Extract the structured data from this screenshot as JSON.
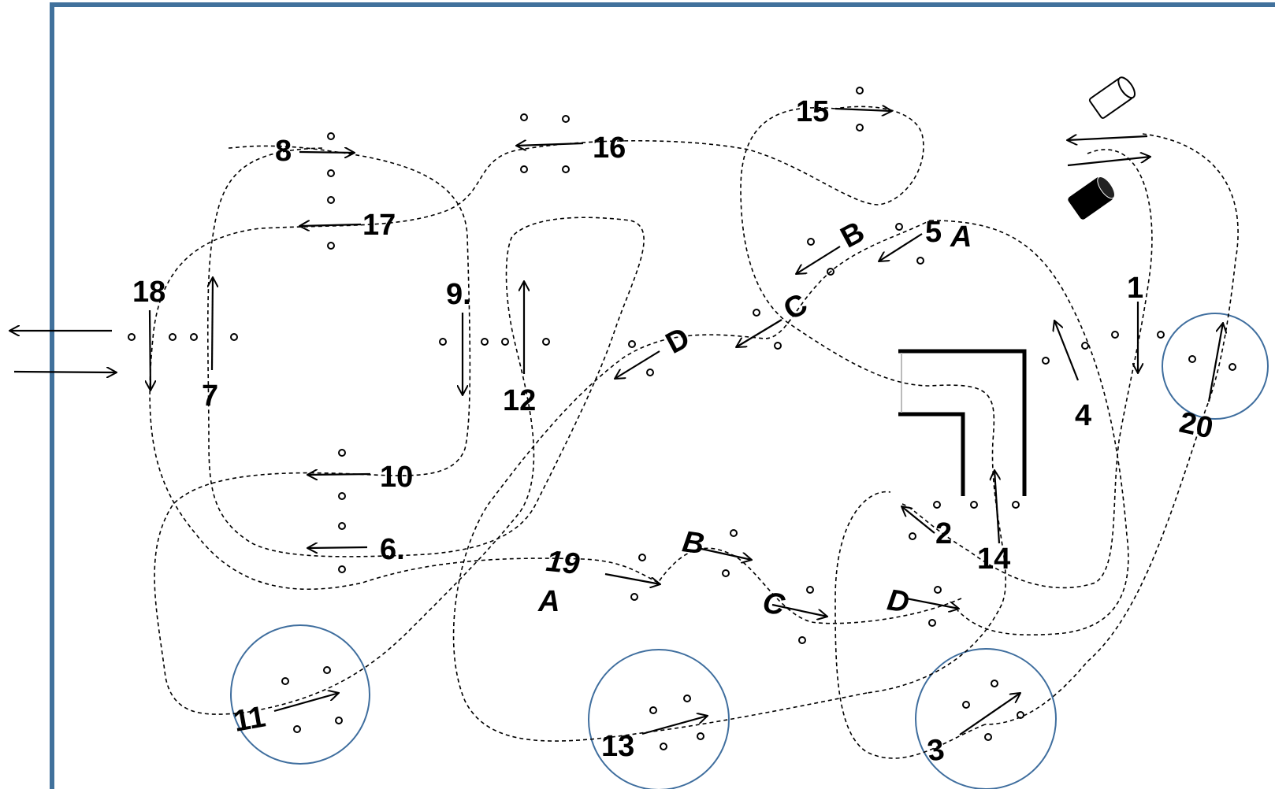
{
  "course": {
    "border_color": "#41719c",
    "circle_color": "#3f6e9e",
    "stations": [
      {
        "id": "s1",
        "text": "1"
      },
      {
        "id": "s2",
        "text": "2"
      },
      {
        "id": "s3",
        "text": "3"
      },
      {
        "id": "s4",
        "text": "4"
      },
      {
        "id": "s5",
        "text": "5"
      },
      {
        "id": "s6",
        "text": "6."
      },
      {
        "id": "s7",
        "text": "7"
      },
      {
        "id": "s8",
        "text": "8"
      },
      {
        "id": "s9",
        "text": "9."
      },
      {
        "id": "s10",
        "text": "10"
      },
      {
        "id": "s11",
        "text": "11"
      },
      {
        "id": "s12",
        "text": "12"
      },
      {
        "id": "s13",
        "text": "13"
      },
      {
        "id": "s14",
        "text": "14"
      },
      {
        "id": "s15",
        "text": "15"
      },
      {
        "id": "s16",
        "text": "16"
      },
      {
        "id": "s17",
        "text": "17"
      },
      {
        "id": "s18",
        "text": "18"
      },
      {
        "id": "s19",
        "text": "19"
      },
      {
        "id": "s20",
        "text": "20"
      }
    ],
    "sub_labels_upper": {
      "a": "A",
      "b": "B",
      "c": "C",
      "d": "D"
    },
    "sub_labels_lower": {
      "a": "A",
      "b": "B",
      "c": "C",
      "d": "D"
    },
    "equipment": [
      {
        "name": "start-marker-white",
        "icon": "cylinder-outline-icon"
      },
      {
        "name": "start-marker-black",
        "icon": "cylinder-filled-icon"
      }
    ]
  }
}
